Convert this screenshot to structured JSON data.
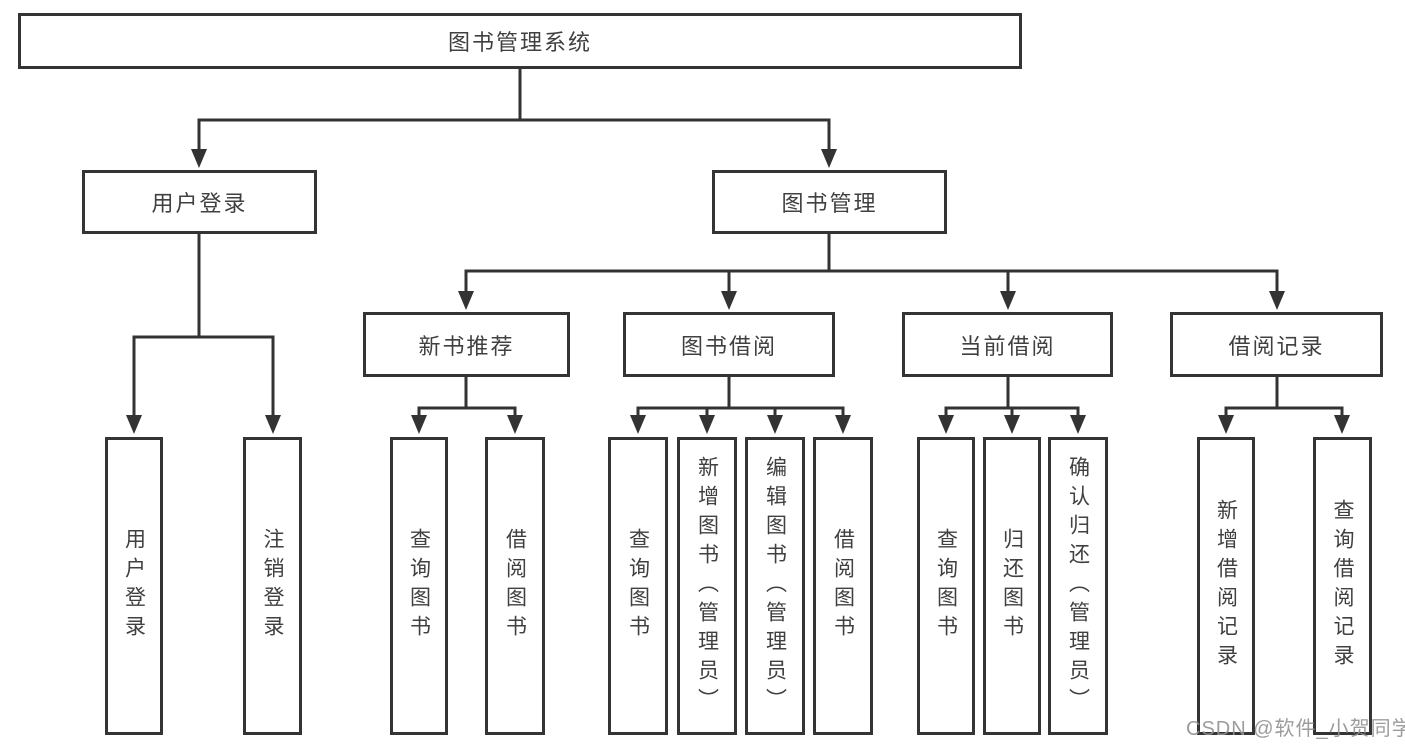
{
  "tree": {
    "root": "图书管理系统",
    "branches": [
      {
        "label": "用户登录",
        "leaves": [
          "用户登录",
          "注销登录"
        ]
      },
      {
        "label": "图书管理",
        "groups": [
          {
            "label": "新书推荐",
            "leaves": [
              "查询图书",
              "借阅图书"
            ]
          },
          {
            "label": "图书借阅",
            "leaves": [
              "查询图书",
              "新增图书（管理员）",
              "编辑图书（管理员）",
              "借阅图书"
            ]
          },
          {
            "label": "当前借阅",
            "leaves": [
              "查询图书",
              "归还图书",
              "确认归还（管理员）"
            ]
          },
          {
            "label": "借阅记录",
            "leaves": [
              "新增借阅记录",
              "查询借阅记录"
            ]
          }
        ]
      }
    ]
  },
  "watermark": "CSDN @软件_小贺同学",
  "colors": {
    "line": "#333333",
    "text": "#404040",
    "watermark": "#919191",
    "background": "#ffffff"
  }
}
